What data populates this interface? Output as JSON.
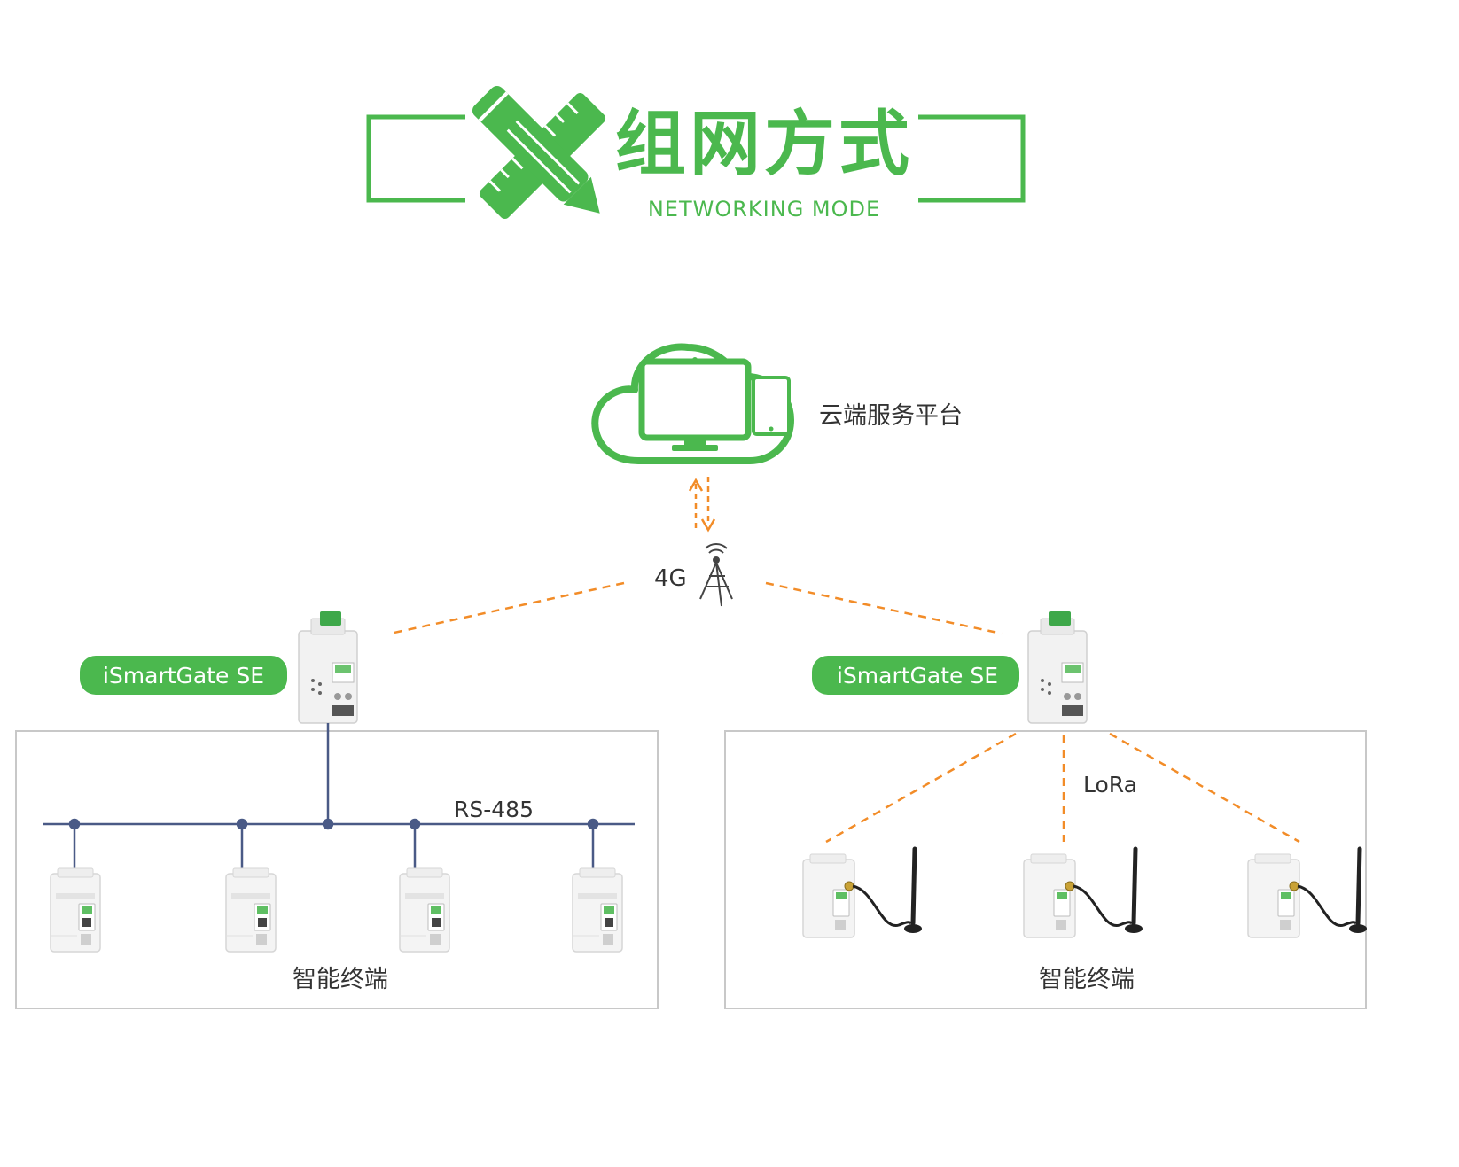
{
  "header": {
    "title": "组网方式",
    "subtitle": "NETWORKING MODE"
  },
  "cloud": {
    "label": "云端服务平台",
    "icon": "cloud-monitor-tablet-icon"
  },
  "uplink": {
    "label": "4G",
    "icon": "cell-tower-icon"
  },
  "left_group": {
    "gateway_label": "iSmartGate SE",
    "bus_label": "RS-485",
    "terminals_label": "智能终端"
  },
  "right_group": {
    "gateway_label": "iSmartGate SE",
    "link_label": "LoRa",
    "terminals_label": "智能终端"
  },
  "colors": {
    "brand_green": "#4bb84e",
    "link_orange": "#f28c28",
    "bus_blue": "#4a5a86",
    "frame_gray": "#c8c8c8",
    "text_dark": "#333333"
  }
}
